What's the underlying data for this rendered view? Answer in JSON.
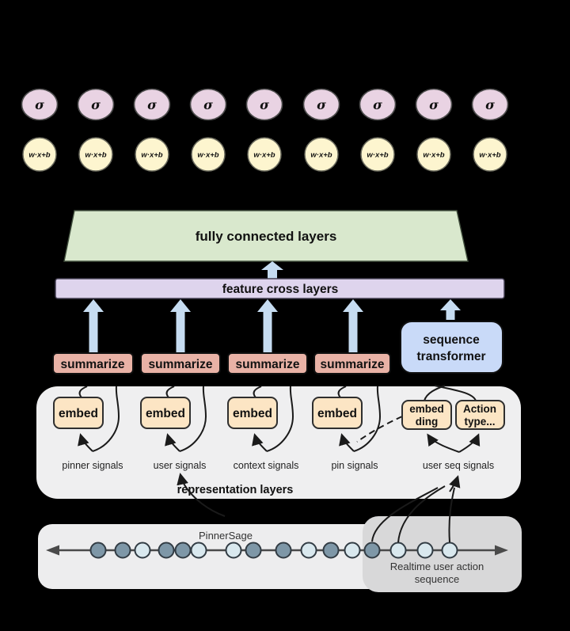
{
  "colors": {
    "background": "#000000",
    "sigma_fill": "#e9d3e3",
    "weight_fill": "#fdf5cf",
    "fc_fill": "#d9e8cd",
    "cross_fill": "#ded4ed",
    "arrow_fill": "#c6dcf1",
    "summarize_fill": "#e9b2a6",
    "transformer_fill": "#c9daf8",
    "embed_fill": "#fce5c4",
    "panel_fill": "#efeff0",
    "timeline_panel": "#ededee",
    "realtime_panel": "#d8d8d9",
    "dot_dark": "#7e97a7",
    "dot_light": "#d9e8ee"
  },
  "neuron_layer": {
    "sigma": "σ",
    "weight": "w·x+b",
    "count": 9
  },
  "fully_connected": {
    "label": "fully connected layers"
  },
  "feature_cross": {
    "label": "feature cross layers"
  },
  "summarize_label": "summarize",
  "sequence_transformer": {
    "line1": "sequence",
    "line2": "transformer"
  },
  "representation": {
    "title": "representation layers",
    "embed_label": "embed",
    "embedding_box": {
      "line1": "embed",
      "line2": "ding"
    },
    "action_box": {
      "line1": "Action",
      "line2": "type..."
    },
    "signals": [
      "pinner signals",
      "user signals",
      "context signals",
      "pin signals",
      "user seq signals"
    ]
  },
  "timeline": {
    "pinnersage_label": "PinnerSage",
    "realtime_line1": "Realtime user action",
    "realtime_line2": "sequence",
    "dot_pattern": [
      "dark",
      "dark",
      "light",
      "dark",
      "dark",
      "light",
      "light",
      "dark",
      "dark",
      "light",
      "dark",
      "light",
      "dark",
      "light",
      "light",
      "light"
    ]
  }
}
